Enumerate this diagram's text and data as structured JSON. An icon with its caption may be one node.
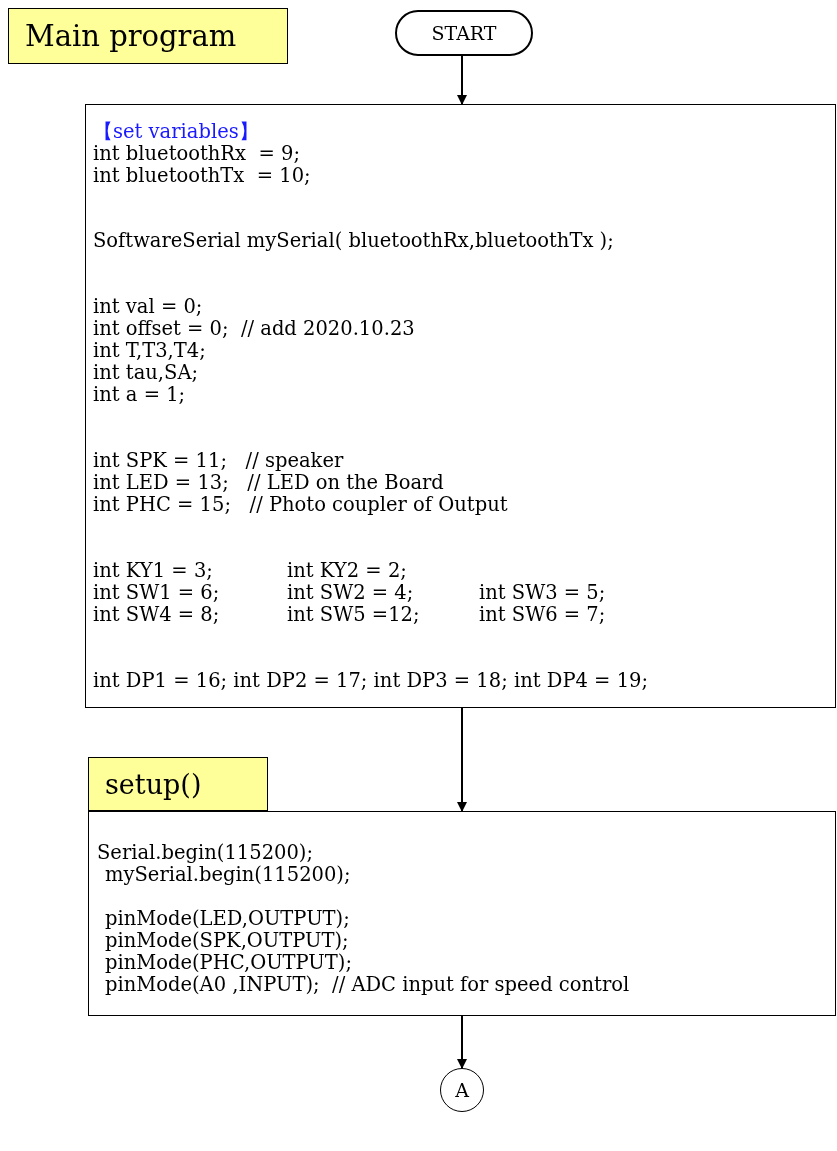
{
  "diagram": {
    "nodes": [
      {
        "text": [
          "Main program"
        ]
      },
      {
        "text": [
          "START"
        ]
      },
      {
        "text": [
          "【set variables】",
          "int bluetoothRx  = 9;",
          "int bluetoothTx  = 10;",
          "SoftwareSerial mySerial( bluetoothRx,bluetoothTx );",
          "int val = 0;",
          "int offset = 0;  // add 2020.10.23",
          "int T,T3,T4;",
          "int tau,SA;",
          "int a = 1;",
          "int SPK = 11;   // speaker",
          "int LED = 13;   // LED on the Board",
          "int PHC = 15;   // Photo coupler of Output",
          "int KY1 = 3;",
          "int KY2 = 2;",
          "int SW1 = 6;",
          "int SW2 = 4;",
          "int SW3 = 5;",
          "int SW4 = 8;",
          "int SW5 =12;",
          "int SW6 = 7;",
          "int DP1 = 16; int DP2 = 17; int DP3 = 18; int DP4 = 19;"
        ]
      },
      {
        "text": [
          "setup()"
        ]
      },
      {
        "text": [
          "Serial.begin(115200);",
          "mySerial.begin(115200);",
          "pinMode(LED,OUTPUT);",
          "pinMode(SPK,OUTPUT);",
          "pinMode(PHC,OUTPUT);",
          "pinMode(A0 ,INPUT);  // ADC input for speed control"
        ]
      },
      {
        "text": [
          "A"
        ]
      }
    ],
    "edges": [
      {
        "from": 1,
        "to": 2,
        "arrow": "to"
      },
      {
        "from": 2,
        "to": 4,
        "arrow": "to"
      },
      {
        "from": 4,
        "to": 5,
        "arrow": "to"
      }
    ]
  }
}
